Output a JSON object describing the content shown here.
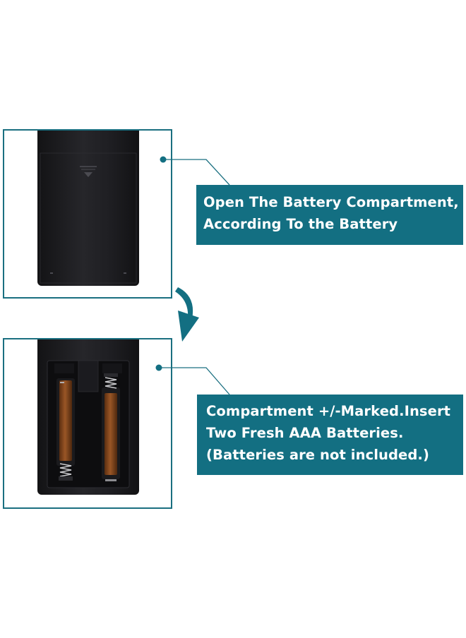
{
  "steps": [
    {
      "lines": [
        "Open The Battery Compartment,",
        "According To the Battery"
      ]
    },
    {
      "lines": [
        "Compartment +/-Marked.Insert",
        "Two Fresh AAA Batteries.",
        "(Batteries are not included.)"
      ]
    }
  ],
  "colors": {
    "accent": "#136f82",
    "frame": "#1a6f80",
    "remote": "#1e1e22",
    "battery": "#8a4a1c"
  },
  "icons": [
    "remote-back-closed-image",
    "remote-back-open-image",
    "down-arrow-icon",
    "connector-dot-icon"
  ]
}
